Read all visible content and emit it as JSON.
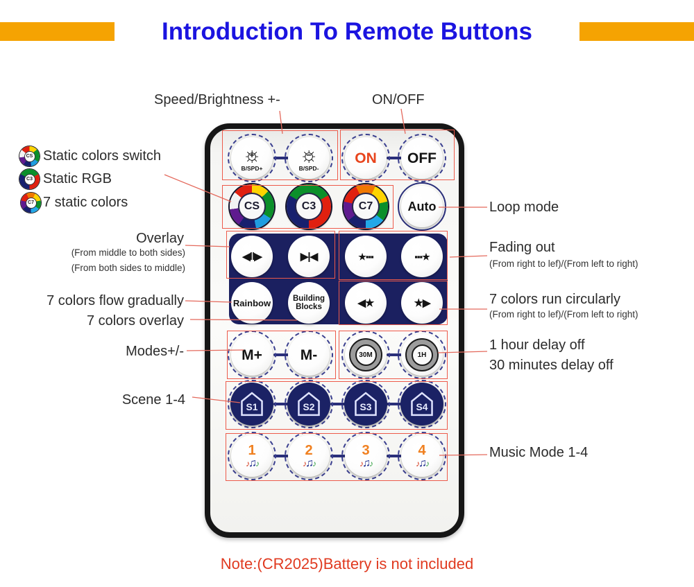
{
  "header": {
    "title": "Introduction To Remote Buttons"
  },
  "buttons": {
    "bspd_plus": "B/SPD+",
    "bspd_minus": "B/SPD-",
    "on": "ON",
    "off": "OFF",
    "cs": "CS",
    "c3": "C3",
    "c7": "C7",
    "auto": "Auto",
    "rainbow": "Rainbow",
    "building1": "Building",
    "building2": "Blocks",
    "m_plus": "M+",
    "m_minus": "M-",
    "timer30": "30M",
    "timer1h": "1H",
    "s1": "S1",
    "s2": "S2",
    "s3": "S3",
    "s4": "S4",
    "music1": "1",
    "music2": "2",
    "music3": "3",
    "music4": "4"
  },
  "icons": {
    "sun": "☼",
    "plus": "+",
    "minus": "−",
    "arrows_out": "◀‖▶",
    "arrows_in": "▶|◀",
    "fade_right": "★▪▪▪",
    "fade_left": "▪▪▪★",
    "run_left": "◀★",
    "run_right": "★▶",
    "note1": "♪",
    "note2": "♫",
    "note3": "♪"
  },
  "labels": {
    "speed_brightness": "Speed/Brightness +-",
    "on_off": "ON/OFF",
    "static_colors_switch": "Static colors switch",
    "static_rgb": "Static RGB",
    "seven_static_colors": "7 static colors",
    "overlay": "Overlay",
    "overlay_sub1": "(From middle to both sides)",
    "overlay_sub2": "(From both sides to middle)",
    "flow_gradually": "7 colors flow gradually",
    "colors_overlay": "7 colors overlay",
    "modes": "Modes+/-",
    "scene": "Scene 1-4",
    "loop_mode": "Loop mode",
    "fading_out": "Fading out",
    "fading_out_sub": "(From right to lef)/(From left to right)",
    "run_circularly": "7 colors run circularly",
    "run_circularly_sub": "(From right to lef)/(From left to right)",
    "hour_delay": "1 hour delay off",
    "minutes_delay": "30 minutes delay off",
    "music_mode": "Music Mode 1-4"
  },
  "note": {
    "text": "Note:(CR2025)Battery is not included"
  },
  "colors": {
    "accent_orange": "#F5A302",
    "title_blue": "#1B14E0",
    "note_red": "#E03A20",
    "panel_navy": "#1B2060",
    "callout_red": "#ED5A4A",
    "on_red": "#E8441C"
  }
}
